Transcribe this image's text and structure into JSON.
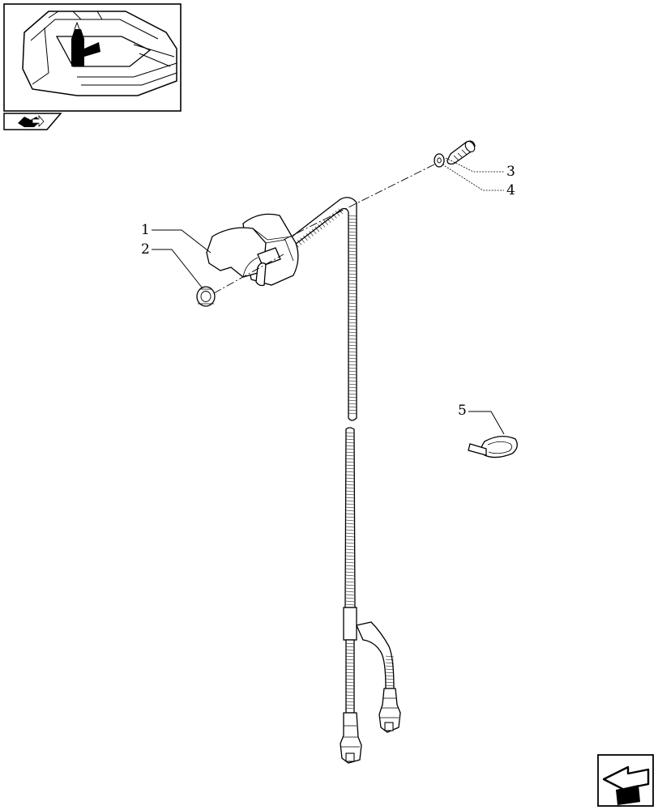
{
  "callouts": [
    {
      "id": "1",
      "label": "1"
    },
    {
      "id": "2",
      "label": "2"
    },
    {
      "id": "3",
      "label": "3"
    },
    {
      "id": "4",
      "label": "4"
    },
    {
      "id": "5",
      "label": "5"
    }
  ],
  "icons": {
    "thumbnail": "tractor-cab-location-thumbnail-icon",
    "nav_tab": "book-arrow-icon",
    "next_page": "next-page-arrow-icon"
  },
  "colors": {
    "line": "#000000",
    "background": "#ffffff"
  }
}
